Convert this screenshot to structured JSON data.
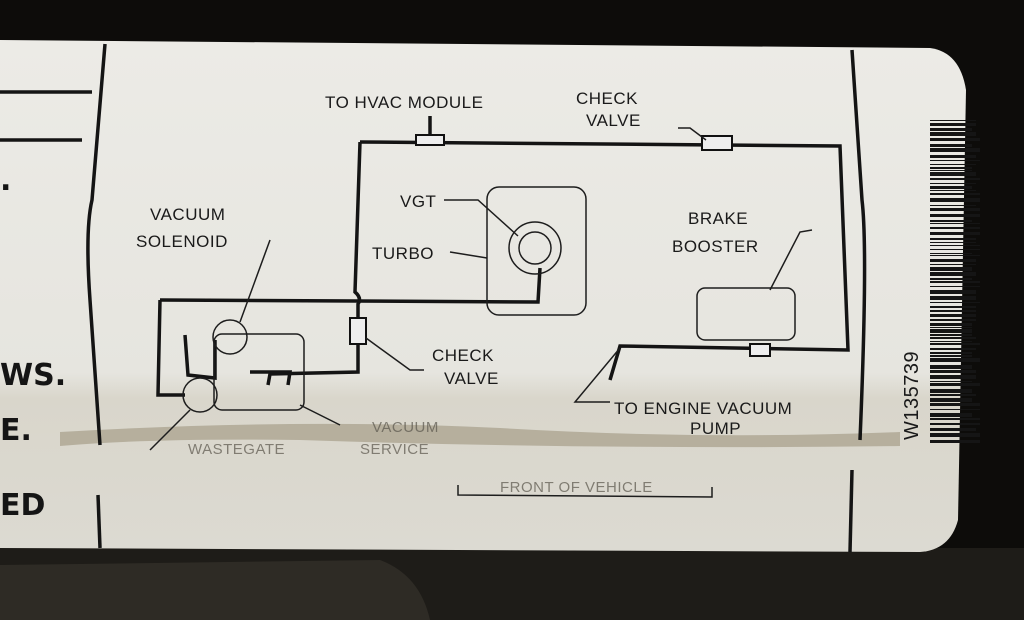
{
  "label": {
    "part_number": "W135739",
    "left_fragments": [
      ".",
      "WS.",
      "E.",
      "ED"
    ],
    "diagram": {
      "hvac": "TO HVAC MODULE",
      "check_valve_top": [
        "CHECK",
        "VALVE"
      ],
      "vacuum_solenoid": [
        "VACUUM",
        "SOLENOID"
      ],
      "vgt": "VGT",
      "turbo": "TURBO",
      "brake_booster": [
        "BRAKE",
        "BOOSTER"
      ],
      "check_valve_mid": [
        "CHECK",
        "VALVE"
      ],
      "engine_pump": [
        "TO ENGINE VACUUM",
        "PUMP"
      ],
      "vacuum_faded": "VACUUM",
      "wastegate_faded": "WASTEGATE",
      "service_faded": "SERVICE",
      "front_faded": "FRONT OF VEHICLE"
    }
  }
}
